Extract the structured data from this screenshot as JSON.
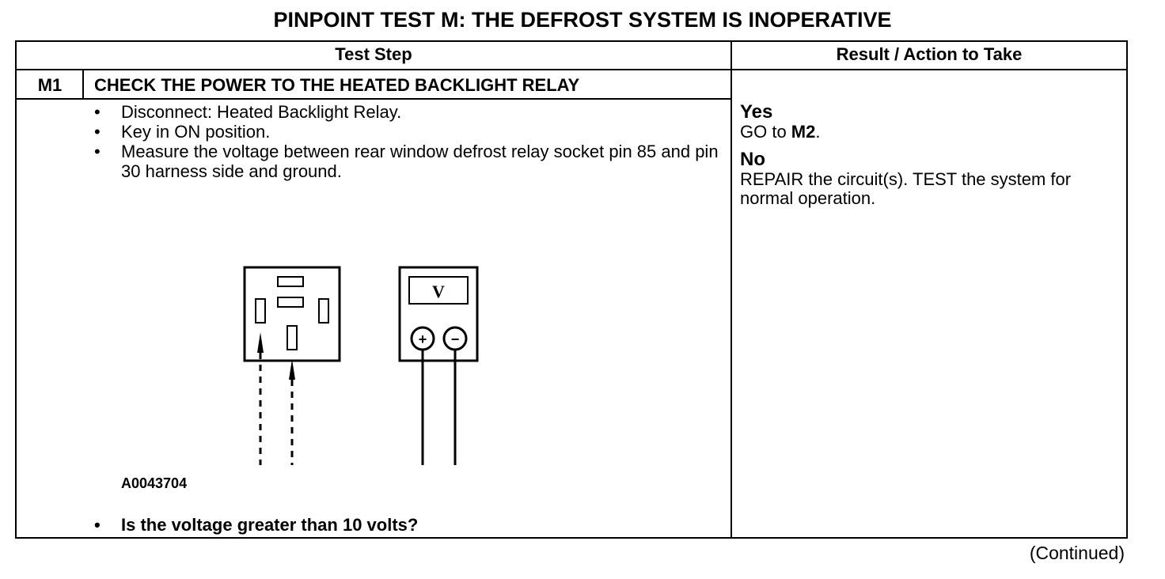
{
  "title": "PINPOINT TEST M: THE DEFROST SYSTEM IS INOPERATIVE",
  "table": {
    "headers": {
      "test_step": "Test Step",
      "result": "Result / Action to Take"
    },
    "step": {
      "id": "M1",
      "title": "CHECK THE POWER TO THE HEATED BACKLIGHT RELAY",
      "bullets": [
        "Disconnect: Heated Backlight Relay.",
        "Key in ON position.",
        "Measure the voltage between rear window defrost relay socket pin 85 and pin 30 harness side and ground."
      ],
      "figure_label": "A0043704",
      "question": "Is the voltage greater than 10 volts?"
    },
    "results": {
      "yes_label": "Yes",
      "yes_prefix": "GO to ",
      "yes_target": "M2",
      "yes_suffix": ".",
      "no_label": "No",
      "no_text": "REPAIR the circuit(s). TEST the system for normal operation."
    }
  },
  "diagram": {
    "meter_symbol": "V",
    "plus_symbol": "+",
    "minus_symbol": "−"
  },
  "continued": "(Continued)"
}
